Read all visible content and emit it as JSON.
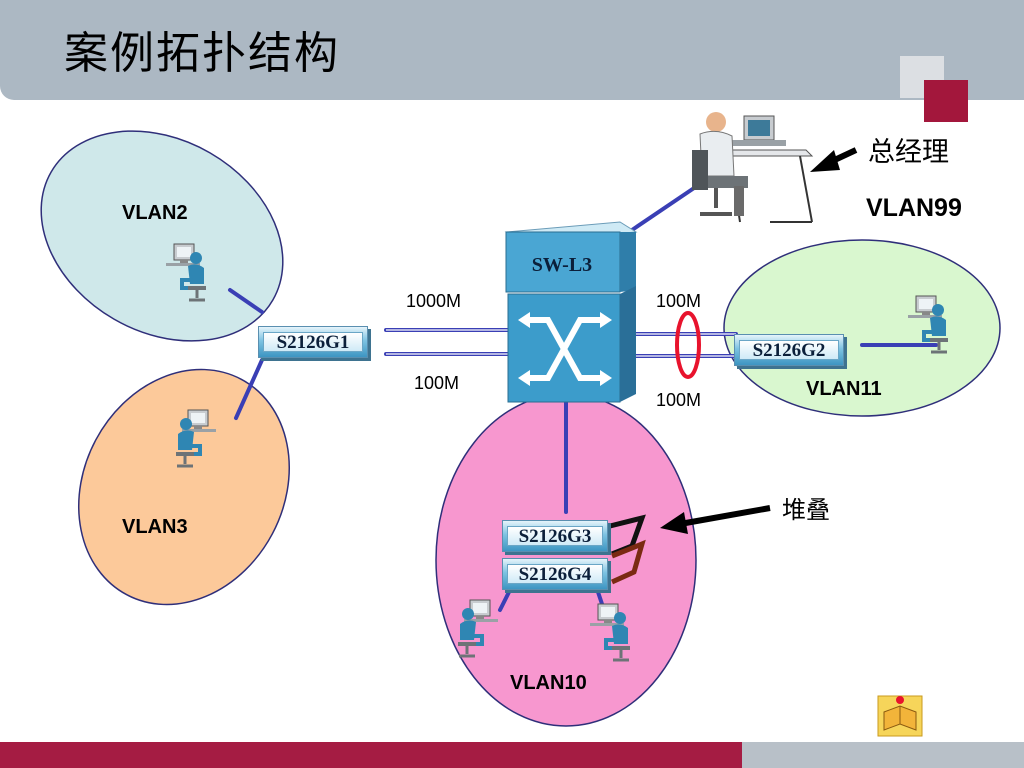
{
  "title": "案例拓扑结构",
  "switches": {
    "core": "SW-L3",
    "g1": "S2126G1",
    "g2": "S2126G2",
    "g3": "S2126G3",
    "g4": "S2126G4"
  },
  "vlans": {
    "vlan2": "VLAN2",
    "vlan3": "VLAN3",
    "vlan10": "VLAN10",
    "vlan11": "VLAN11",
    "vlan99": "VLAN99"
  },
  "links": {
    "g1_top": "1000M",
    "g1_bottom": "100M",
    "g2_top": "100M",
    "g2_bottom": "100M"
  },
  "annotations": {
    "manager": "总经理",
    "stack": "堆叠"
  },
  "colors": {
    "header": "#acb8c3",
    "accent_red": "#a51c43",
    "link_blue": "#3a3fb5",
    "vlan2_fill": "#cfe8ea",
    "vlan3_fill": "#fcc99a",
    "vlan10_fill": "#f797cf",
    "vlan11_fill": "#d9f7cf"
  }
}
